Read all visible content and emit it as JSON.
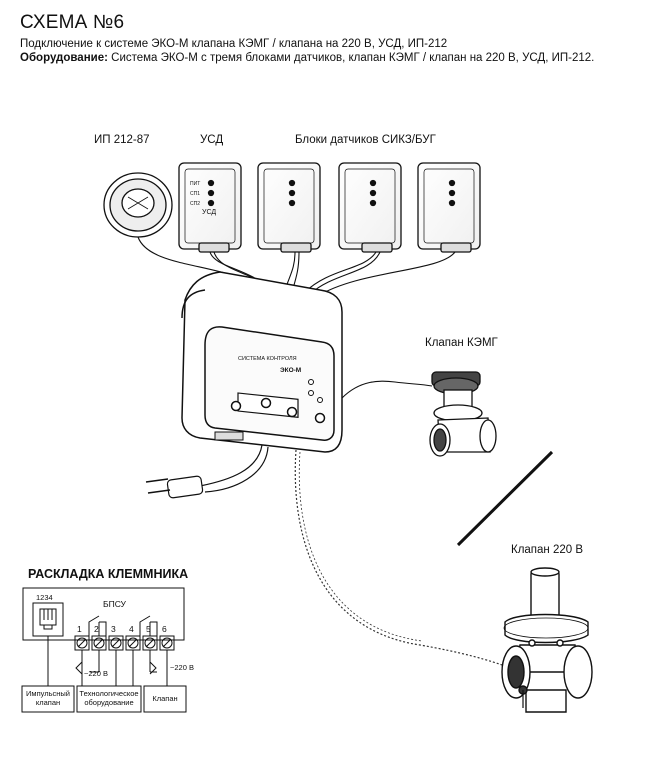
{
  "header": {
    "title": "СХЕМА №6",
    "subtitle": "Подключение к системе ЭКО-М клапана КЭМГ / клапана на 220 В, УСД, ИП-212",
    "equipment_label": "Оборудование:",
    "equipment_text": " Система ЭКО-М с тремя блоками датчиков, клапан КЭМГ / клапан на 220 В, УСД, ИП-212."
  },
  "labels": {
    "ip": "ИП 212-87",
    "usd": "УСД",
    "sensor_blocks": "Блоки датчиков СИКЗ/БУГ",
    "valve_kemg": "Клапан КЭМГ",
    "valve_220": "Клапан 220 В"
  },
  "controller": {
    "brand": "ЭКО-М"
  },
  "terminal": {
    "heading": "РАСКЛАДКА КЛЕММНИКА",
    "connector_pins": "1234",
    "block_label": "БПСУ",
    "terminals": [
      "1",
      "2",
      "3",
      "4",
      "5",
      "6"
    ],
    "voltage_left": "~220 В",
    "voltage_right": "~220 В",
    "box_pulse": "Импульсный клапан",
    "box_tech": "Технологическое оборудование",
    "box_valve": "Клапан"
  }
}
